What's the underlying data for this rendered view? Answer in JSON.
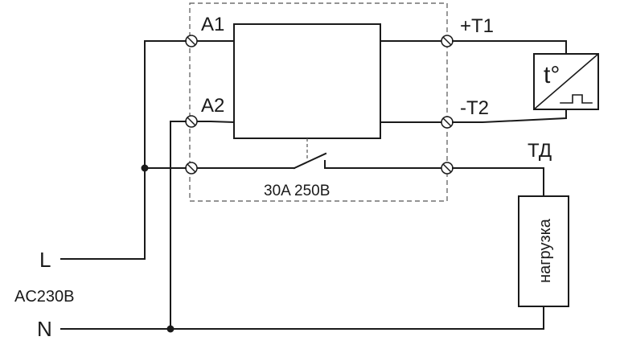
{
  "terminals": {
    "a1": "A1",
    "a2": "A2",
    "t1": "+T1",
    "t2": "-T2"
  },
  "switch_rating": "30A 250B",
  "sensor_label": "ТД",
  "sensor_symbol": "t°",
  "load_label": "нагрузка",
  "supply": {
    "line": "L",
    "voltage": "AC230B",
    "neutral": "N"
  }
}
